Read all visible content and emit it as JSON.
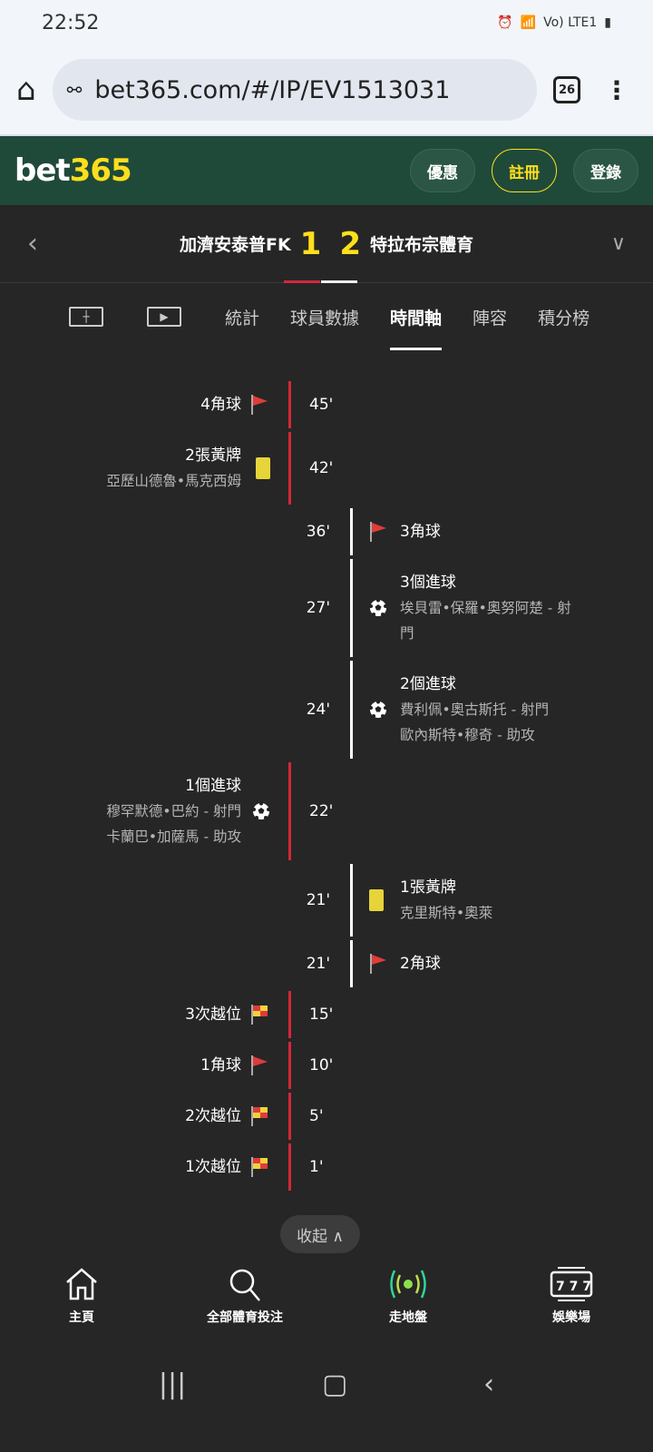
{
  "status": {
    "time": "22:52",
    "network": "Vo) LTE1"
  },
  "browser": {
    "url": "bet365.com/#/IP/EV1513031",
    "tab_count": "26"
  },
  "header": {
    "logo_a": "bet",
    "logo_b": "365",
    "buttons": [
      "優惠",
      "註冊",
      "登錄"
    ]
  },
  "match": {
    "home": "加濟安泰普FK",
    "home_score": "1",
    "away_score": "2",
    "away": "特拉布宗體育"
  },
  "tabs": [
    "統計",
    "球員數據",
    "時間軸",
    "陣容",
    "積分榜"
  ],
  "events": [
    {
      "side": "home",
      "time": "45'",
      "icon": "corner-flag",
      "title": "4角球",
      "lines": []
    },
    {
      "side": "home",
      "time": "42'",
      "icon": "yellow-card",
      "title": "2張黃牌",
      "lines": [
        "亞歷山德魯•馬克西姆"
      ]
    },
    {
      "side": "away",
      "time": "36'",
      "icon": "corner-flag",
      "title": "3角球",
      "lines": []
    },
    {
      "side": "away",
      "time": "27'",
      "icon": "ball",
      "title": "3個進球",
      "lines": [
        "埃貝雷•保羅•奧努阿楚 - 射",
        "門"
      ]
    },
    {
      "side": "away",
      "time": "24'",
      "icon": "ball",
      "title": "2個進球",
      "lines": [
        "費利佩•奧古斯托 - 射門",
        "歐內斯特•穆奇 - 助攻"
      ]
    },
    {
      "side": "home",
      "time": "22'",
      "icon": "ball",
      "title": "1個進球",
      "lines": [
        "穆罕默德•巴約 - 射門",
        "卡蘭巴•加薩馬 - 助攻"
      ]
    },
    {
      "side": "away",
      "time": "21'",
      "icon": "yellow-card",
      "title": "1張黃牌",
      "lines": [
        "克里斯特•奧萊"
      ]
    },
    {
      "side": "away",
      "time": "21'",
      "icon": "corner-flag",
      "title": "2角球",
      "lines": []
    },
    {
      "side": "home",
      "time": "15'",
      "icon": "offside-flag",
      "title": "3次越位",
      "lines": []
    },
    {
      "side": "home",
      "time": "10'",
      "icon": "corner-flag",
      "title": "1角球",
      "lines": []
    },
    {
      "side": "home",
      "time": "5'",
      "icon": "offside-flag",
      "title": "2次越位",
      "lines": []
    },
    {
      "side": "home",
      "time": "1'",
      "icon": "offside-flag",
      "title": "1次越位",
      "lines": []
    }
  ],
  "collapse_label": "收起 ∧",
  "bottom_nav": [
    "主頁",
    "全部體育投注",
    "走地盤",
    "娛樂場"
  ],
  "colors": {
    "home": "#d2283a",
    "away": "#ffffff",
    "brand_green": "#1f4a3a",
    "brand_yellow": "#ffdf1b"
  }
}
